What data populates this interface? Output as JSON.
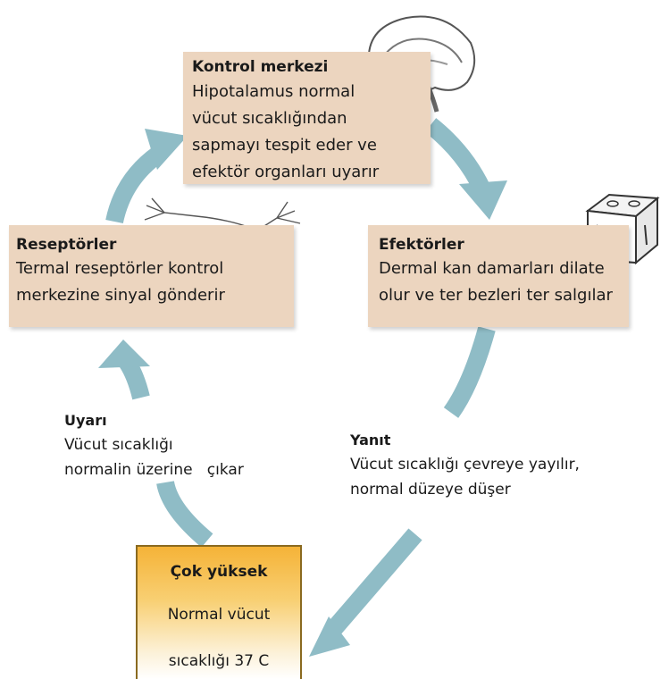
{
  "control_center": {
    "title": "Kontrol merkezi",
    "lines": [
      "Hipotalamus normal",
      "vücut sıcaklığından",
      "sapmayı tespit eder ve",
      "efektör organları uyarır"
    ]
  },
  "receptors": {
    "title": "Reseptörler",
    "lines": [
      "Termal reseptörler kontrol",
      "merkezine sinyal gönderir"
    ]
  },
  "effectors": {
    "title": "Efektörler",
    "lines": [
      "Dermal kan damarları dilate",
      "olur ve ter bezleri ter salgılar"
    ]
  },
  "stimulus": {
    "title": "Uyarı",
    "lines": [
      "Vücut sıcaklığı",
      "normalin üzerine   çıkar"
    ]
  },
  "response": {
    "title": "Yanıt",
    "lines": [
      "Vücut sıcaklığı çevreye yayılır,",
      "normal düzeye düşer"
    ]
  },
  "high_box": {
    "title": "Çok yüksek",
    "lines": [
      "Normal vücut",
      "sıcaklığı 37 C"
    ]
  },
  "colors": {
    "box_fill": "#ecd5bf",
    "arrow": "#8fbcc6",
    "high_top": "#f5b338"
  },
  "icons": [
    "brain-icon",
    "neuron-icon",
    "skin-block-icon"
  ]
}
